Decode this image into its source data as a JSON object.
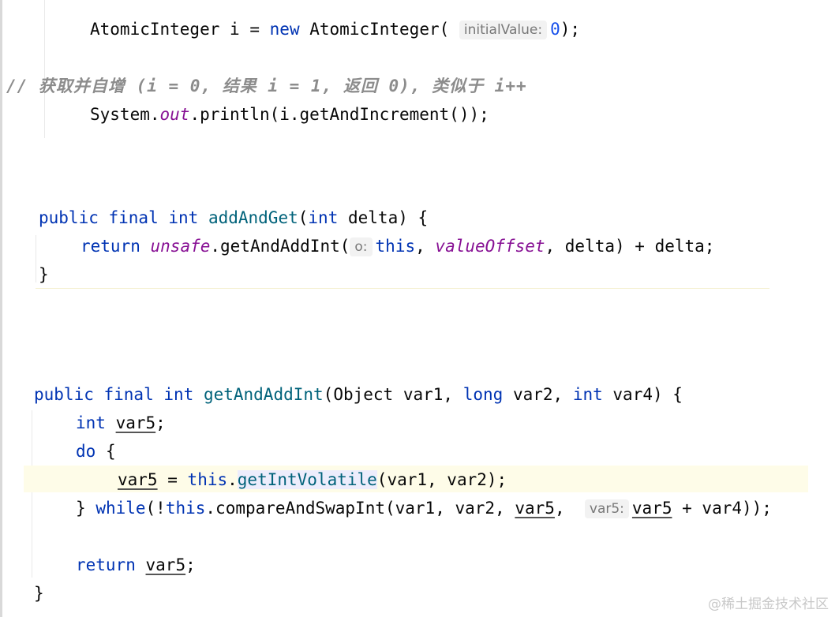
{
  "block1": {
    "line1": {
      "type": "AtomicInteger",
      "var": "i",
      "eq": "=",
      "kw_new": "new",
      "call": "AtomicInteger(",
      "hint": "initialValue:",
      "arg": "0",
      "end": ");"
    },
    "comment": "// 获取并自增 (i = 0, 结果 i = 1, 返回 0), 类似于 i++",
    "line2": {
      "obj": "System.",
      "field": "out",
      "rest": ".println(i.getAndIncrement());"
    }
  },
  "block2": {
    "sig": {
      "kw": "public final int",
      "name": "addAndGet",
      "params_open": "(",
      "ptype": "int",
      "pname": "delta) {"
    },
    "body": {
      "kw": "return",
      "field": "unsafe",
      "call": ".getAndAddInt(",
      "hint": "o:",
      "this": "this",
      "sep": ",",
      "field2": "valueOffset",
      "rest": ", delta) + delta;"
    },
    "close": "}"
  },
  "block3": {
    "sig": {
      "kw": "public final int",
      "name": "getAndAddInt",
      "p1": "(Object var1,",
      "kw_long": "long",
      "p2": "var2,",
      "kw_int": "int",
      "p3": "var4) {"
    },
    "decl": {
      "kw": "int",
      "var": "var5",
      "end": ";"
    },
    "do": {
      "kw": "do",
      "brace": "{"
    },
    "assign": {
      "var": "var5",
      "eq": "=",
      "this": "this",
      "dot": ".",
      "call": "getIntVolatile",
      "args": "(var1, var2);"
    },
    "while": {
      "close": "}",
      "kw": "while",
      "open": "(!",
      "this": "this",
      "call": ".compareAndSwapInt(var1, var2,",
      "var": "var5",
      "comma": ",",
      "hint": "var5:",
      "var2": "var5",
      "rest": "+ var4));"
    },
    "ret": {
      "kw": "return",
      "var": "var5",
      "end": ";"
    },
    "close": "}"
  },
  "watermark": "@稀土掘金技术社区"
}
